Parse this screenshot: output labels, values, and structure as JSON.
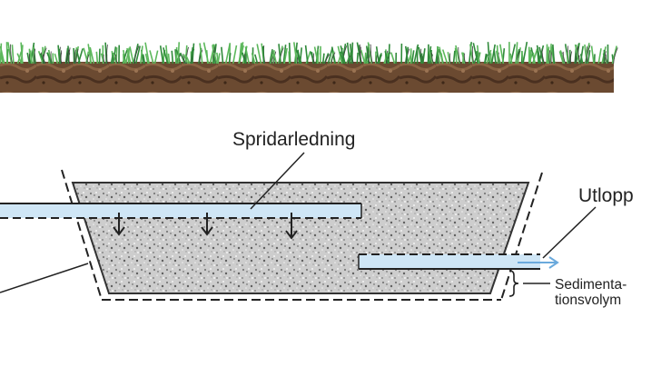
{
  "labels": {
    "spridarledning": "Spridarledning",
    "utlopp": "Utlopp",
    "sedimentation_line1": "Sedimenta-",
    "sedimentation_line2": "tionsvolym"
  },
  "colors": {
    "soil": "#6b4a31",
    "soil_dark": "#4a3020",
    "grass": "#2f8a3a",
    "grass_light": "#5cb85c",
    "grass_stroke": "#3c3c3c",
    "gravel": "#c9c9c9",
    "pipe_fill": "#cfe6f6",
    "pipe_stroke": "#222222",
    "outlet_arrow": "#6aa9dc",
    "line": "#222222"
  }
}
